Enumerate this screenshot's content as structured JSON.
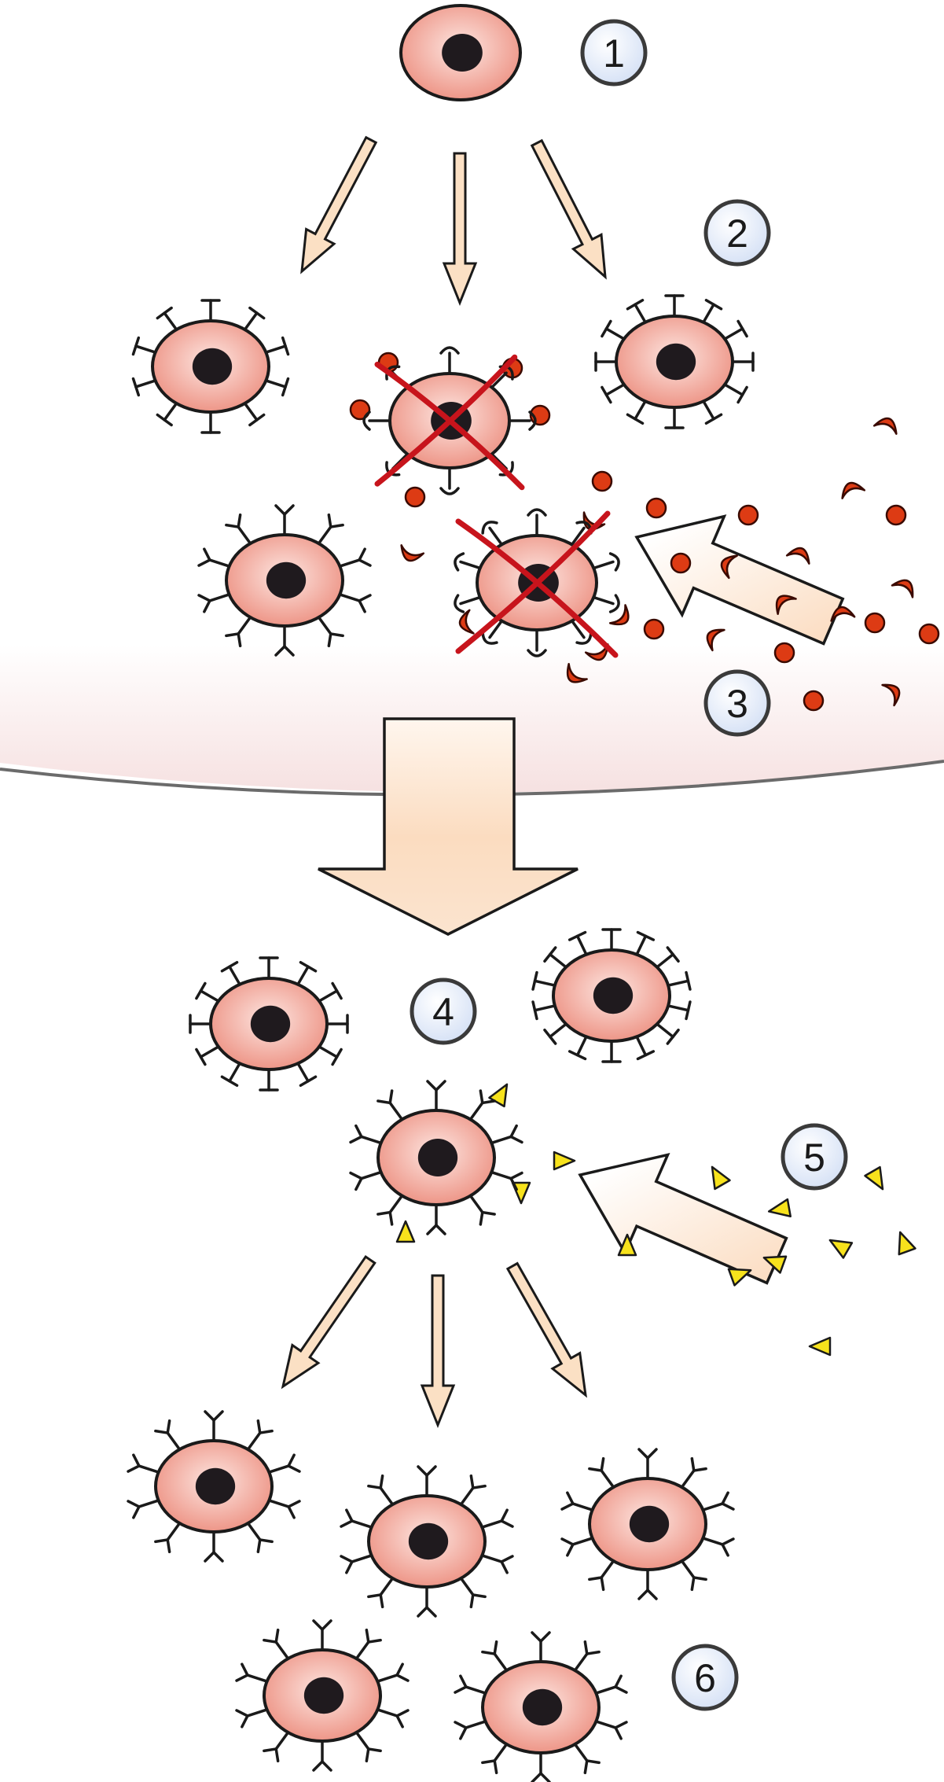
{
  "steps": [
    {
      "label": "1"
    },
    {
      "label": "2"
    },
    {
      "label": "3"
    },
    {
      "label": "4"
    },
    {
      "label": "5"
    },
    {
      "label": "6"
    }
  ],
  "colors": {
    "cell_fill_center": "#fde6e1",
    "cell_fill_edge": "#ec8e7f",
    "nucleus": "#1f1a1e",
    "outline": "#1a1a1a",
    "arrow_fill": "#fbe0c4",
    "arrow_fill_light": "#fff4ea",
    "cross": "#c7141c",
    "red_particle": "#dd3b14",
    "yellow_particle": "#f7e21c",
    "badge_fill": "#e6eefb",
    "badge_stroke": "#3a3a3a",
    "band_top": "#ffffff",
    "band_bottom": "#f7e5e5"
  }
}
